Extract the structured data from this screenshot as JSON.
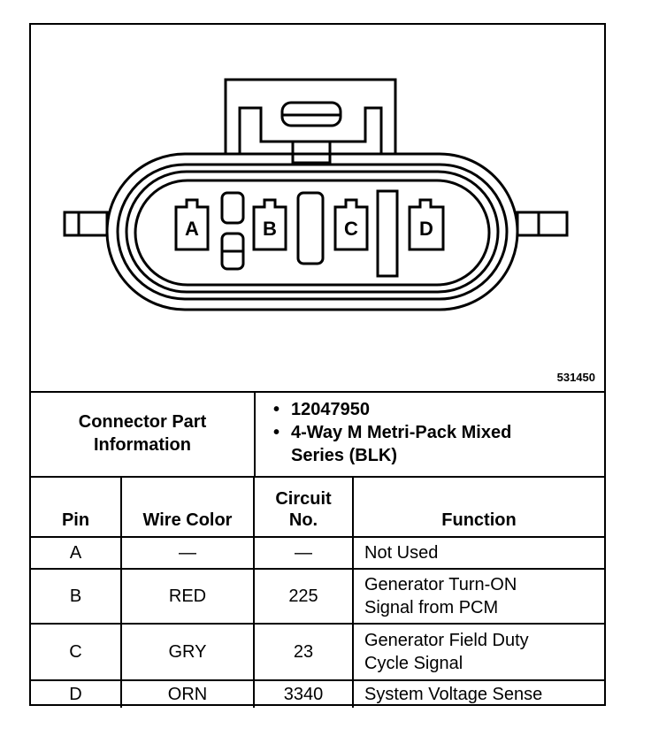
{
  "figure": {
    "number": "531450",
    "pins": [
      "A",
      "B",
      "C",
      "D"
    ]
  },
  "connector_info": {
    "label": "Connector Part\nInformation",
    "items": [
      "12047950",
      "4-Way M Metri-Pack Mixed\nSeries (BLK)"
    ]
  },
  "table": {
    "headers": {
      "pin": "Pin",
      "wire_color": "Wire Color",
      "circuit": "Circuit\nNo.",
      "function": "Function"
    },
    "rows": [
      {
        "pin": "A",
        "wire_color": "—",
        "circuit": "—",
        "function": "Not Used"
      },
      {
        "pin": "B",
        "wire_color": "RED",
        "circuit": "225",
        "function": "Generator Turn-ON\nSignal from PCM"
      },
      {
        "pin": "C",
        "wire_color": "GRY",
        "circuit": "23",
        "function": "Generator Field Duty\nCycle Signal"
      },
      {
        "pin": "D",
        "wire_color": "ORN",
        "circuit": "3340",
        "function": "System Voltage Sense"
      }
    ]
  }
}
